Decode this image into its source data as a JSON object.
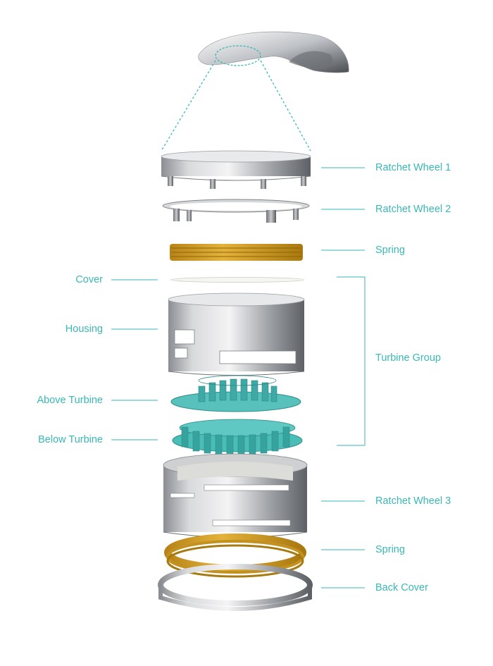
{
  "colors": {
    "accent": "#3ab7b6",
    "turbine": "#4bbdb7",
    "spring": "#d9a426",
    "metal": "#bfc1c4"
  },
  "labels_right": [
    {
      "text": "Ratchet Wheel 1"
    },
    {
      "text": "Ratchet Wheel 2"
    },
    {
      "text": "Spring"
    },
    {
      "text": "Turbine Group"
    },
    {
      "text": "Ratchet Wheel 3"
    },
    {
      "text": "Spring"
    },
    {
      "text": "Back Cover"
    }
  ],
  "labels_left": [
    {
      "text": "Cover"
    },
    {
      "text": "Housing"
    },
    {
      "text": "Above Turbine"
    },
    {
      "text": "Below Turbine"
    }
  ]
}
